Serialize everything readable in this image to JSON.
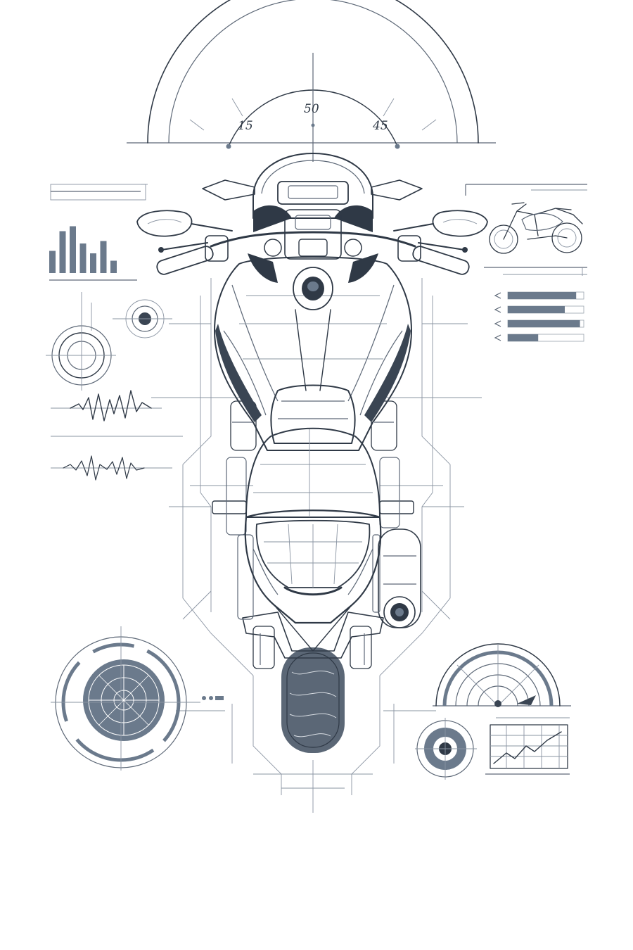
{
  "palette": {
    "ink": "#2f3946",
    "accent": "#6b7a8c",
    "paper": "#ffffff"
  },
  "gauge_top": {
    "labels": [
      "15",
      "50",
      "45"
    ]
  },
  "bar_chart_left": {
    "values": [
      0.45,
      0.85,
      0.95,
      0.6,
      0.4,
      0.65,
      0.25
    ]
  },
  "progress_bars_right": {
    "fills": [
      0.9,
      0.75,
      0.95,
      0.4
    ]
  },
  "icons": {
    "motorcycle_side": "motorcycle-side-icon",
    "target": "target-icon",
    "radar": "radar-icon",
    "half_gauge": "half-gauge-icon",
    "line_graph": "line-graph-icon",
    "dial": "dial-icon",
    "waveform": "waveform-icon"
  }
}
